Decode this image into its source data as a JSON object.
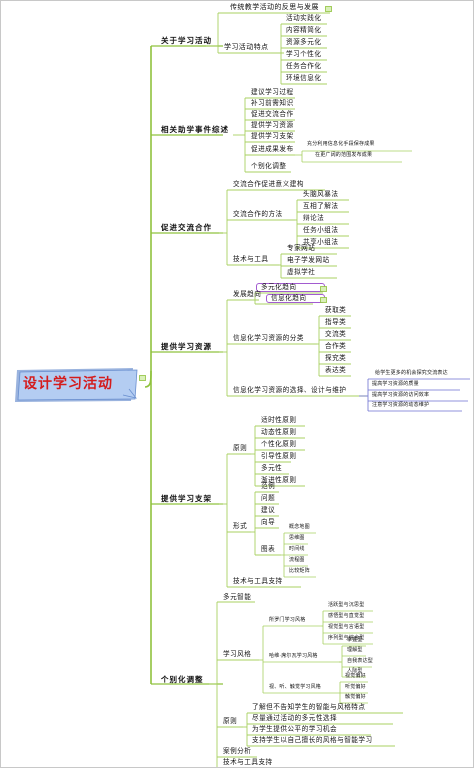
{
  "central": "设计学习活动",
  "about": {
    "label": "关于学习活动",
    "reflection": "传统教学活动的反思与发展",
    "traits_label": "学习活动特点",
    "traits": [
      "活动实践化",
      "内容精简化",
      "资源多元化",
      "学习个性化",
      "任务合作化",
      "环境信息化"
    ]
  },
  "events": {
    "label": "相关助学事件综述",
    "items": [
      "建议学习过程",
      "补习前需知识",
      "促进交流合作",
      "提供学习资源",
      "提供学习支架"
    ],
    "publish_label": "促进成果发布",
    "publish_items": [
      "充分利用信息化手段保存成果",
      "在更广阔的范围发布成果"
    ],
    "personal": "个别化调整"
  },
  "communicate": {
    "label": "促进交流合作",
    "meaning": "交流合作促进意义建构",
    "methods_label": "交流合作的方法",
    "methods": [
      "头脑风暴法",
      "互相了解法",
      "辩论法",
      "任务小组法",
      "共享小组法"
    ],
    "tools_label": "技术与工具",
    "tools": [
      "专家网站",
      "电子学发网站",
      "虚拟学社"
    ]
  },
  "resources": {
    "label": "提供学习资源",
    "trend_label": "发展趋向",
    "trends": [
      "多元化趋向",
      "信息化趋向"
    ],
    "class_label": "信息化学习资源的分类",
    "classes": [
      "获取类",
      "指导类",
      "交流类",
      "合作类",
      "探究类",
      "表达类"
    ],
    "select_label": "信息化学习资源的选择、设计与维护",
    "select_items": [
      "给学生更多的机会探究交流表达",
      "提高学习资源的质量",
      "提高学习资源的访问效率",
      "注意学习资源的动态维护"
    ]
  },
  "scaffold": {
    "label": "提供学习支架",
    "principle_label": "原则",
    "principles": [
      "适时性原则",
      "动态性原则",
      "个性化原则",
      "引导性原则",
      "多元性",
      "渐进性原则"
    ],
    "form_label": "形式",
    "forms": [
      "范例",
      "问题",
      "建议",
      "向导"
    ],
    "chart_label": "图表",
    "charts": [
      "概念地图",
      "思维图",
      "时间线",
      "流程图",
      "比较矩阵"
    ],
    "tools": "技术与工具支持"
  },
  "personal": {
    "label": "个别化调整",
    "mi": "多元智能",
    "style_label": "学习风格",
    "kolb_label": "所罗门学习风格",
    "kolb": [
      "活跃型与沉思型",
      "感悟型与直觉型",
      "视觉型与言语型",
      "序列型与综合型"
    ],
    "hm_label": "哈维·席尔瓦学习风格",
    "hm": [
      "掌握型",
      "理解型",
      "自我表达型",
      "人际型"
    ],
    "vak_label": "视、听、触觉学习风格",
    "vak": [
      "视觉偏好",
      "听觉偏好",
      "触觉偏好"
    ],
    "principle_label": "原则",
    "principles": [
      "了解但不告知学生的智能与风格特点",
      "尽量通过活动的多元性选择",
      "为学生提供公平的学习机会",
      "支持学生以自己擅长的风格与智能学习"
    ],
    "case": "案例分析",
    "tools": "技术与工具支持"
  },
  "colors": {
    "trunk": "#8fc23d",
    "branch": "#a8d061",
    "select_branch": "#6b6fd0",
    "pill": "#a25bd0",
    "note_fill": "#b4cdf2",
    "central_text": "#d41c1c"
  },
  "icons": [
    "note-icon"
  ]
}
